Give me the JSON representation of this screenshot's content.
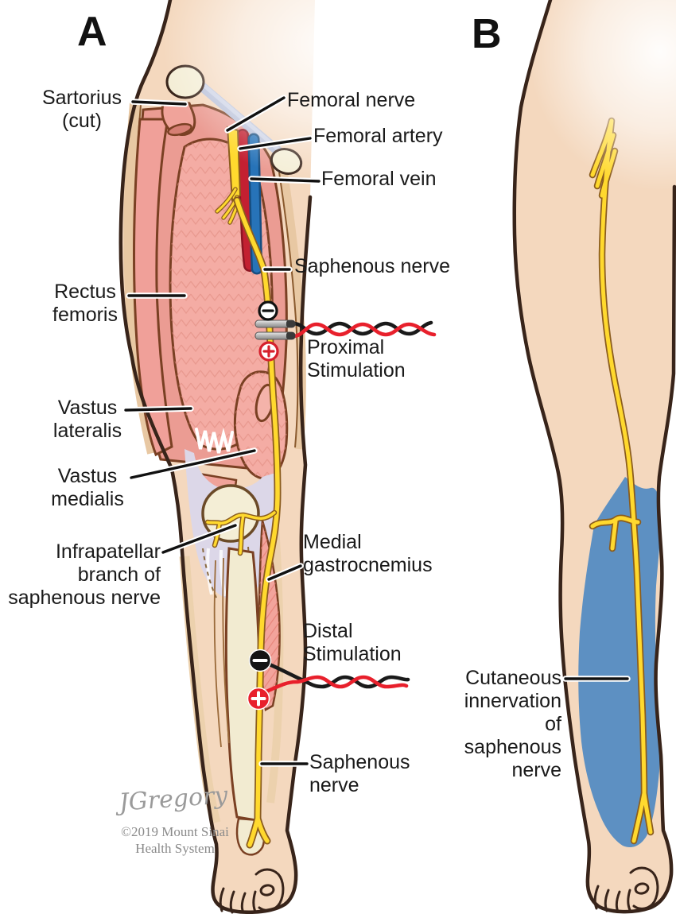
{
  "panels": {
    "a": {
      "letter": "A",
      "labels": {
        "sartorius": "Sartorius\n(cut)",
        "rectus_femoris": "Rectus\nfemoris",
        "vastus_lateralis": "Vastus\nlateralis",
        "vastus_medialis": "Vastus\nmedialis",
        "infrapatellar": "Infrapatellar\nbranch of\nsaphenous nerve",
        "femoral_nerve": "Femoral nerve",
        "femoral_artery": "Femoral artery",
        "femoral_vein": "Femoral vein",
        "saphenous_nerve": "Saphenous nerve",
        "medial_gastrocnemius": "Medial\ngastrocnemius",
        "saphenous_nerve_distal": "Saphenous\nnerve"
      }
    },
    "b": {
      "letter": "B",
      "labels": {
        "cutaneous_innervation": "Cutaneous\ninnervation of\nsaphenous\nnerve"
      }
    }
  },
  "stimulation": {
    "proximal": {
      "label": "Proximal\nStimulation",
      "negative_symbol": "−",
      "positive_symbol": "+"
    },
    "distal": {
      "label": "Distal\nStimulation",
      "negative_symbol": "−",
      "positive_symbol": "+"
    }
  },
  "signature": {
    "artist": "JGregory",
    "copyright": "©2019 Mount Sinai\nHealth System"
  },
  "icons": {
    "proximal_negative": "minus-circle-outline-black",
    "proximal_positive": "plus-circle-outline-red",
    "distal_negative": "minus-circle-filled-black",
    "distal_positive": "plus-circle-filled-red"
  },
  "colors": {
    "skin": "#f4d8be",
    "outline": "#38241a",
    "muscle": "#f2a79e",
    "muscle_outline": "#7a4023",
    "bone": "#f4eed6",
    "tendon": "#dcd7e8",
    "ligament": "#b9c1d9",
    "nerve_yellow": "#ffd92e",
    "artery_red": "#c32031",
    "vein_blue": "#2773b8",
    "cutaneous_blue": "#5d90c2",
    "wire_black": "#1a1a1a",
    "wire_red": "#e8202c",
    "label_text": "#1a1a1a",
    "signature_gray": "#9a9a9a"
  }
}
